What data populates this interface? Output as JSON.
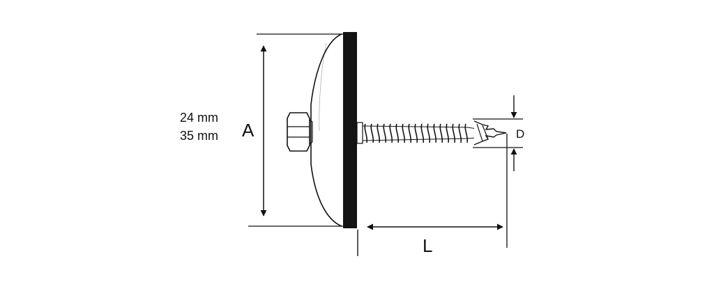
{
  "sizes": [
    "24 mm",
    "35 mm"
  ],
  "labels": {
    "diameter": "A",
    "length": "L",
    "thread": "D"
  },
  "colors": {
    "line": "#111111",
    "washer_fill": "#ffffff",
    "seal": "#141414"
  },
  "icons": [
    "hex-head-icon",
    "dome-washer-icon",
    "seal-icon",
    "threaded-shank-icon",
    "drill-point-icon"
  ]
}
